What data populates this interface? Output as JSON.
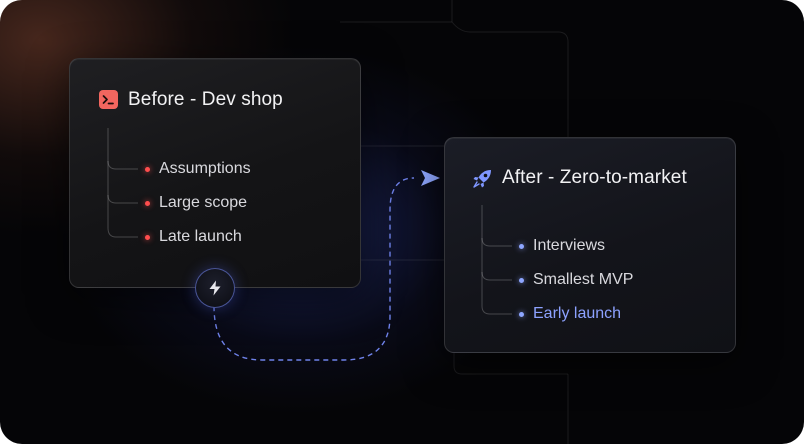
{
  "before_card": {
    "title": "Before - Dev shop",
    "icon": "terminal-icon",
    "items": [
      {
        "label": "Assumptions"
      },
      {
        "label": "Large scope"
      },
      {
        "label": "Late launch"
      }
    ]
  },
  "after_card": {
    "title": "After - Zero-to-market",
    "icon": "rocket-icon",
    "items": [
      {
        "label": "Interviews"
      },
      {
        "label": "Smallest MVP"
      },
      {
        "label": "Early launch",
        "highlighted": true
      }
    ]
  },
  "connector": {
    "badge_icon": "lightning-bolt-icon",
    "arrow_icon": "send-arrow-icon"
  },
  "colors": {
    "accent_red": "#ff4d4d",
    "accent_blue": "#8da2ff",
    "title_icon_red": "#f2665f",
    "title_icon_blue": "#7f97ff",
    "background": "#050507"
  }
}
